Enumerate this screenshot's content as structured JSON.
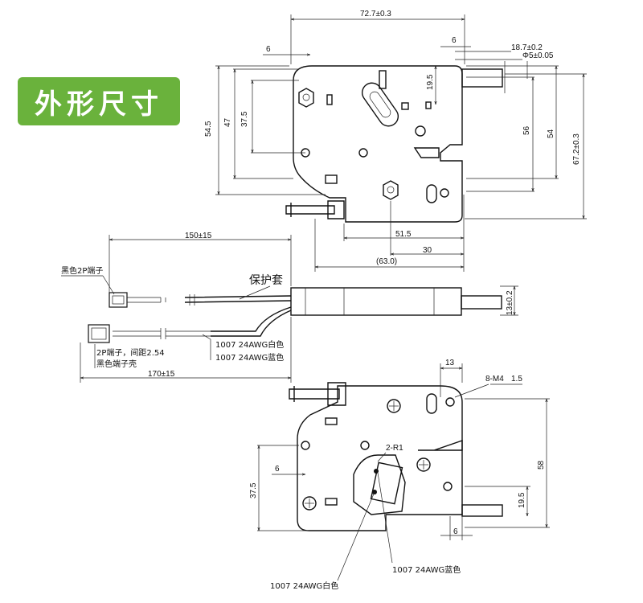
{
  "badge": {
    "title": "外形尺寸"
  },
  "top_view": {
    "width_total": "72.7±0.3",
    "dim_6_top_left": "6",
    "dim_6_top_right": "6",
    "dim_18_7": "18.7±0.2",
    "dim_phi5": "Φ5±0.05",
    "dim_54_5": "54.5",
    "dim_47": "47",
    "dim_37_5": "37.5",
    "dim_19_5": "19.5",
    "dim_56": "56",
    "dim_54": "54",
    "dim_67_2": "67.2±0.3",
    "dim_51_5": "51.5",
    "dim_30": "30",
    "dim_63": "(63.0)"
  },
  "side_view": {
    "dim_150": "150±15",
    "dim_170": "170±15",
    "sleeve_label": "保护套",
    "connector_top_label": "黑色2P端子",
    "connector_bottom_label_1": "2P端子，间距2.54",
    "connector_bottom_label_2": "黑色端子壳",
    "wire_white": "1007 24AWG白色",
    "wire_blue": "1007 24AWG蓝色",
    "dim_13": "13±0.2"
  },
  "bottom_view": {
    "dim_13": "13",
    "dim_m4": "8-M4",
    "dim_1_5": "1.5",
    "dim_2_r1": "2-R1",
    "dim_6_left": "6",
    "dim_6_bottom": "6",
    "dim_37_5": "37.5",
    "dim_58": "58",
    "dim_19_5": "19.5",
    "wire_white": "1007 24AWG白色",
    "wire_blue": "1007 24AWG蓝色"
  }
}
